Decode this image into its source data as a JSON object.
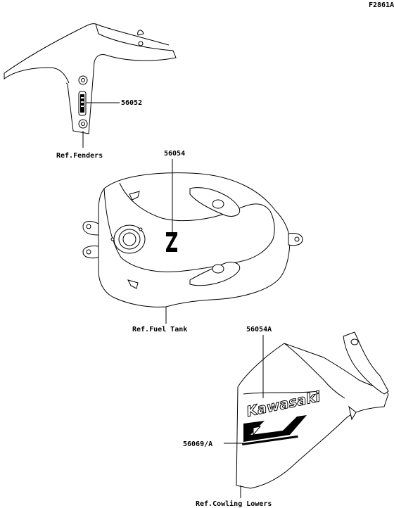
{
  "figure_code": "F2861A",
  "callouts": {
    "fender_decal": "56052",
    "tank_emblem": "56054",
    "cowl_decal_upper": "56054A",
    "cowl_decal_lower": "56069/A"
  },
  "references": {
    "fenders": "Ref.Fenders",
    "fuel_tank": "Ref.Fuel Tank",
    "cowling_lowers": "Ref.Cowling Lowers"
  },
  "logo_text": "Kawasaki"
}
